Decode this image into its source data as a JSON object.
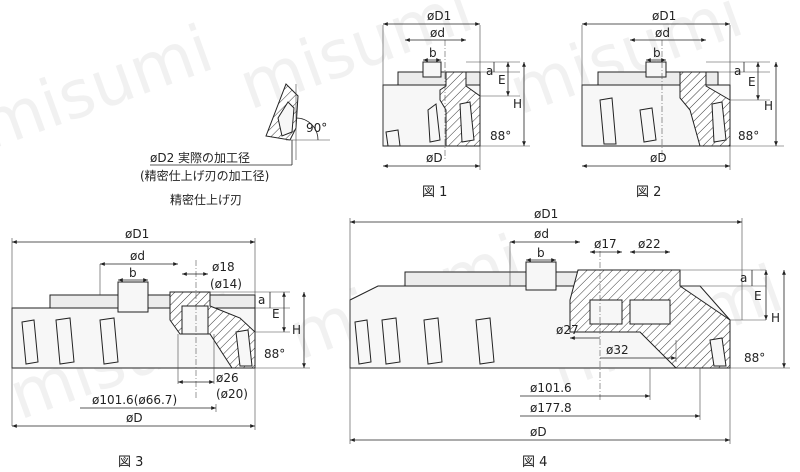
{
  "watermark": "misumi",
  "detail": {
    "angle": "90°",
    "note_line1": "øD2 実際の加工径",
    "note_line2": "(精密仕上げ刃の加工径)",
    "caption": "精密仕上げ刃"
  },
  "fig1": {
    "caption": "図 1",
    "D1": "øD1",
    "d": "ød",
    "b": "b",
    "a": "a",
    "E": "E",
    "H": "H",
    "angle": "88°",
    "D": "øD"
  },
  "fig2": {
    "caption": "図 2",
    "D1": "øD1",
    "d": "ød",
    "b": "b",
    "a": "a",
    "E": "E",
    "H": "H",
    "angle": "88°",
    "D": "øD"
  },
  "fig3": {
    "caption": "図 3",
    "D1": "øD1",
    "d": "ød",
    "b": "b",
    "a": "a",
    "E": "E",
    "H": "H",
    "angle": "88°",
    "D": "øD",
    "bore_top": "ø18",
    "bore_top_alt": "(ø14)",
    "bore_bottom": "ø26",
    "bore_bottom_alt": "(ø20)",
    "pcd": "ø101.6(ø66.7)"
  },
  "fig4": {
    "caption": "図 4",
    "D1": "øD1",
    "d": "ød",
    "b": "b",
    "a": "a",
    "E": "E",
    "H": "H",
    "angle": "88°",
    "D": "øD",
    "hole17": "ø17",
    "hole22": "ø22",
    "hole27": "ø27",
    "hole32": "ø32",
    "pcd1": "ø101.6",
    "pcd2": "ø177.8"
  }
}
